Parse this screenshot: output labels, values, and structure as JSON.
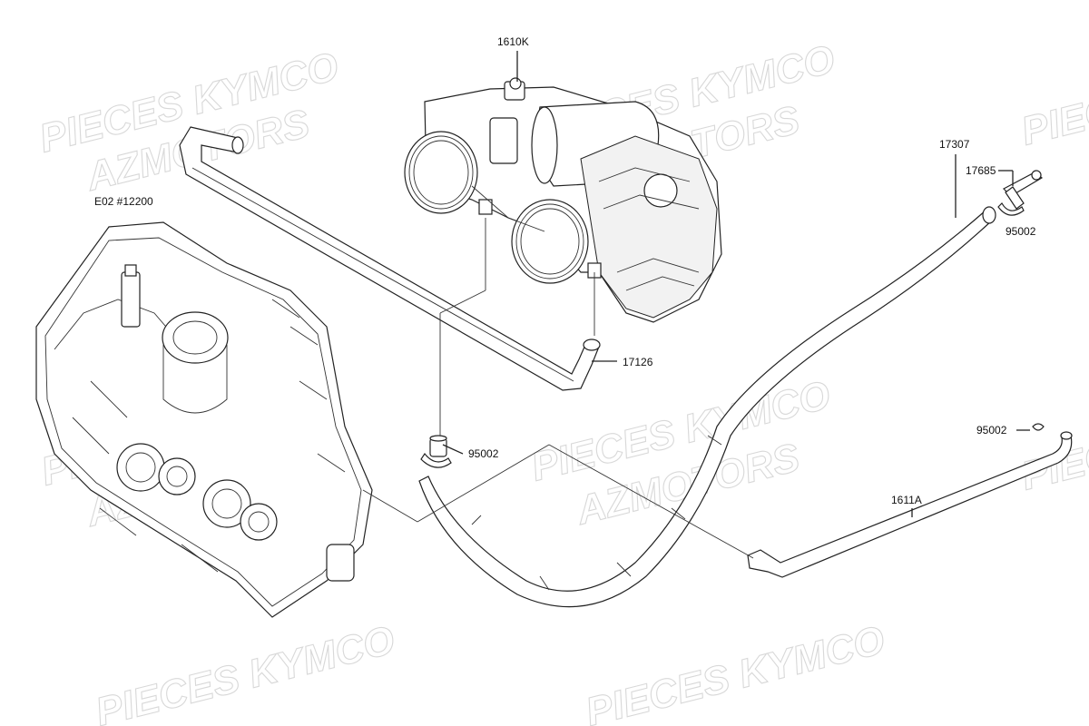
{
  "watermark": {
    "line1": "PIECES KYMCO",
    "line2": "AZMOTORS"
  },
  "parts": [
    {
      "id": "throttle-body",
      "label": "1610K"
    },
    {
      "id": "cylinder-head",
      "label": "E02 #12200"
    },
    {
      "id": "hose-upper",
      "label": "17126"
    },
    {
      "id": "clamp-lower",
      "label": "95002"
    },
    {
      "id": "hose-long",
      "label": "17307"
    },
    {
      "id": "fitting",
      "label": "17685"
    },
    {
      "id": "clamp-fitting",
      "label": "95002"
    },
    {
      "id": "clamp-right",
      "label": "95002"
    },
    {
      "id": "hose-right",
      "label": "1611A"
    }
  ],
  "colors": {
    "line": "#222222",
    "watermark": "#d8d8d8",
    "background": "#ffffff"
  }
}
